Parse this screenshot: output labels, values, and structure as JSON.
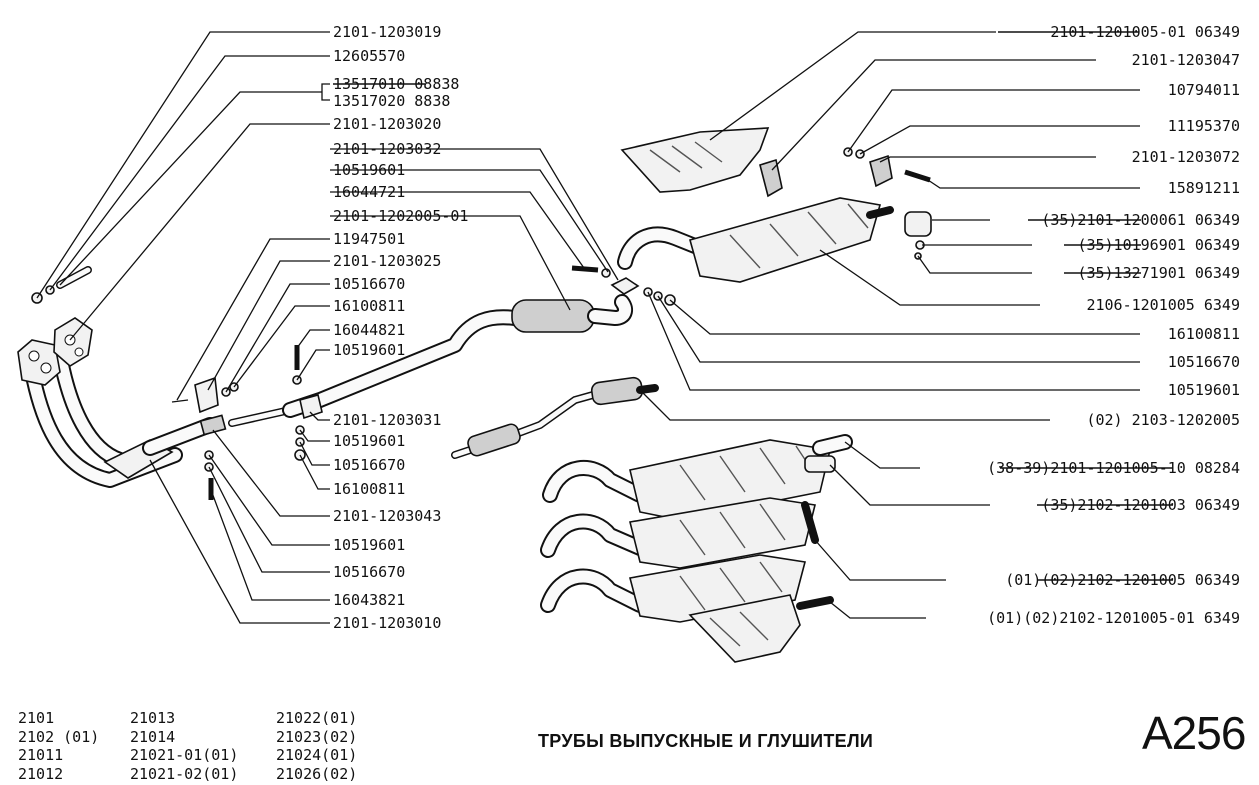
{
  "left_labels": [
    {
      "text": "2101-1203019"
    },
    {
      "text": "12605570"
    },
    {
      "text": "13517010 08838",
      "strike_text": "13517010"
    },
    {
      "text": "13517020  8838"
    },
    {
      "text": "2101-1203020"
    },
    {
      "text": "2101-1203032"
    },
    {
      "text": "10519601"
    },
    {
      "text": "16044721"
    },
    {
      "text": "2101-1202005-01"
    },
    {
      "text": "11947501"
    },
    {
      "text": "2101-1203025"
    },
    {
      "text": "10516670"
    },
    {
      "text": "16100811"
    },
    {
      "text": "16044821"
    },
    {
      "text": "10519601"
    },
    {
      "text": "2101-1203031"
    },
    {
      "text": "10519601"
    },
    {
      "text": "10516670"
    },
    {
      "text": "16100811"
    },
    {
      "text": "2101-1203043"
    },
    {
      "text": "10519601"
    },
    {
      "text": "10516670"
    },
    {
      "text": "16043821"
    },
    {
      "text": "2101-1203010"
    }
  ],
  "right_labels": [
    {
      "text": "2101-1201005-01 06349",
      "strike_text": "2101-1201005-01"
    },
    {
      "text": "2101-1203047"
    },
    {
      "text": "10794011"
    },
    {
      "text": "11195370"
    },
    {
      "text": "2101-1203072"
    },
    {
      "text": "15891211"
    },
    {
      "text": "(35)2101-1200061 06349",
      "strike_text": "2101-1200061"
    },
    {
      "text": "(35)10196901 06349",
      "strike_text": "10196901"
    },
    {
      "text": "(35)13271901 06349",
      "strike_text": "13271901"
    },
    {
      "text": "2106-1201005 6349"
    },
    {
      "text": "16100811"
    },
    {
      "text": "10516670"
    },
    {
      "text": "10519601"
    },
    {
      "text": "(02) 2103-1202005"
    },
    {
      "text": "(38-39)2101-1201005-10 08284",
      "strike_text": "2101-1201005-10"
    },
    {
      "text": "(35)2102-1201003 06349",
      "strike_text": "2102-1201003"
    },
    {
      "text": "(01)(02)2102-1201005 06349",
      "strike_text": "2102-1201005"
    },
    {
      "text": "(01)(02)2102-1201005-01 6349"
    }
  ],
  "models": {
    "col1": [
      "2101",
      "2102  (01)",
      "21011",
      "21012"
    ],
    "col2": [
      "21013",
      "21014",
      "21021-01(01)",
      "21021-02(01)"
    ],
    "col3": [
      "21022(01)",
      "21023(02)",
      "21024(01)",
      "21026(02)"
    ]
  },
  "title": "ТРУБЫ ВЫПУСКНЫЕ И ГЛУШИТЕЛИ",
  "code": "A256"
}
